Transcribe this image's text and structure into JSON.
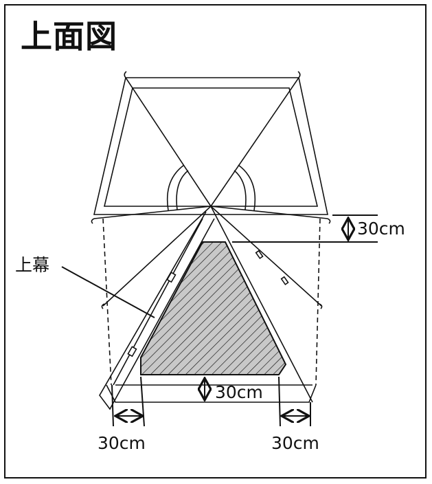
{
  "title": "上面図",
  "labels": {
    "top_fly": "上幕",
    "dim_top_right": "30cm",
    "dim_bottom_center": "30cm",
    "dim_bottom_left": "30cm",
    "dim_bottom_right": "30cm"
  },
  "colors": {
    "line": "#111111",
    "hatch_fill": "#c8c8c8",
    "background": "#ffffff"
  }
}
